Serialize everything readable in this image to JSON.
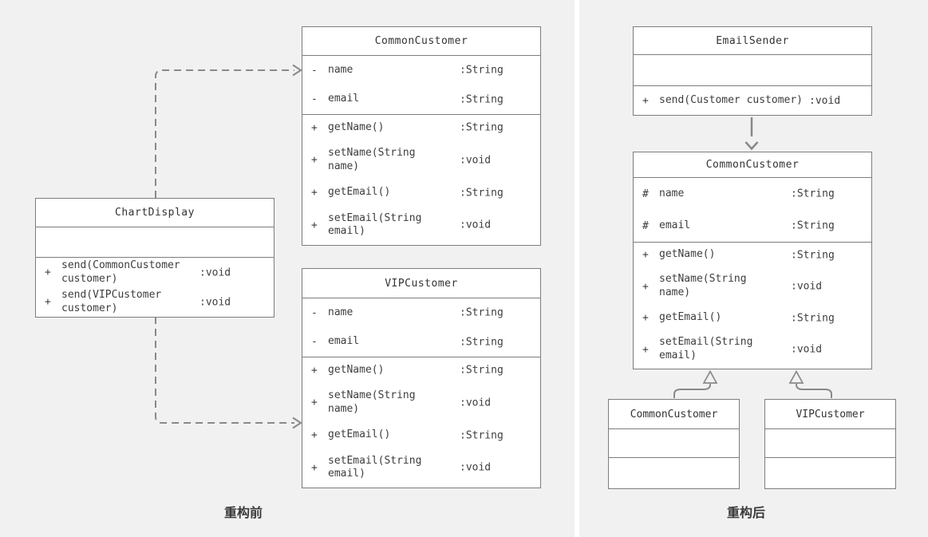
{
  "captions": {
    "before": "重构前",
    "after": "重构后"
  },
  "colors": {
    "background": "#f1f1f1",
    "divider": "#ffffff",
    "box_border": "#7d7d7d",
    "box_fill": "#ffffff",
    "connector": "#898989",
    "text": "#3d3d3d"
  },
  "before": {
    "chart_display": {
      "title": "ChartDisplay",
      "attributes": [],
      "methods": [
        {
          "vis": "+",
          "name": "send(CommonCustomer customer)",
          "type": ":void"
        },
        {
          "vis": "+",
          "name": "send(VIPCustomer customer)",
          "type": ":void"
        }
      ]
    },
    "common_customer": {
      "title": "CommonCustomer",
      "attributes": [
        {
          "vis": "-",
          "name": "name",
          "type": ":String"
        },
        {
          "vis": "-",
          "name": "email",
          "type": ":String"
        }
      ],
      "methods": [
        {
          "vis": "+",
          "name": "getName()",
          "type": ":String"
        },
        {
          "vis": "+",
          "name": "setName(String name)",
          "type": ":void"
        },
        {
          "vis": "+",
          "name": "getEmail()",
          "type": ":String"
        },
        {
          "vis": "+",
          "name": "setEmail(String email)",
          "type": ":void"
        }
      ]
    },
    "vip_customer": {
      "title": "VIPCustomer",
      "attributes": [
        {
          "vis": "-",
          "name": "name",
          "type": ":String"
        },
        {
          "vis": "-",
          "name": "email",
          "type": ":String"
        }
      ],
      "methods": [
        {
          "vis": "+",
          "name": "getName()",
          "type": ":String"
        },
        {
          "vis": "+",
          "name": "setName(String name)",
          "type": ":void"
        },
        {
          "vis": "+",
          "name": "getEmail()",
          "type": ":String"
        },
        {
          "vis": "+",
          "name": "setEmail(String email)",
          "type": ":void"
        }
      ]
    }
  },
  "after": {
    "email_sender": {
      "title": "EmailSender",
      "attributes": [],
      "methods": [
        {
          "vis": "+",
          "name": "send(Customer customer)",
          "type": ":void"
        }
      ]
    },
    "parent_customer": {
      "title": "CommonCustomer",
      "attributes": [
        {
          "vis": "#",
          "name": "name",
          "type": ":String"
        },
        {
          "vis": "#",
          "name": "email",
          "type": ":String"
        }
      ],
      "methods": [
        {
          "vis": "+",
          "name": "getName()",
          "type": ":String"
        },
        {
          "vis": "+",
          "name": "setName(String name)",
          "type": ":void"
        },
        {
          "vis": "+",
          "name": "getEmail()",
          "type": ":String"
        },
        {
          "vis": "+",
          "name": "setEmail(String email)",
          "type": ":void"
        }
      ]
    },
    "sub_common": {
      "title": "CommonCustomer"
    },
    "sub_vip": {
      "title": "VIPCustomer"
    }
  }
}
